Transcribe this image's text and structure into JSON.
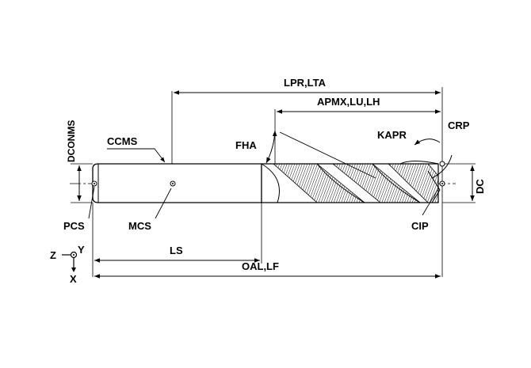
{
  "labels": {
    "lpr_lta": "LPR,LTA",
    "apmx_lu_lh": "APMX,LU,LH",
    "dconms": "DCONMS",
    "ccms": "CCMS",
    "fha": "FHA",
    "kapr": "KAPR",
    "crp": "CRP",
    "dc": "DC",
    "pcs": "PCS",
    "mcs": "MCS",
    "cip": "CIP",
    "ls": "LS",
    "oal_lf": "OAL,LF",
    "axis_z": "Z",
    "axis_y": "Y",
    "axis_x": "X"
  },
  "colors": {
    "line": "#000000",
    "background": "#ffffff"
  }
}
